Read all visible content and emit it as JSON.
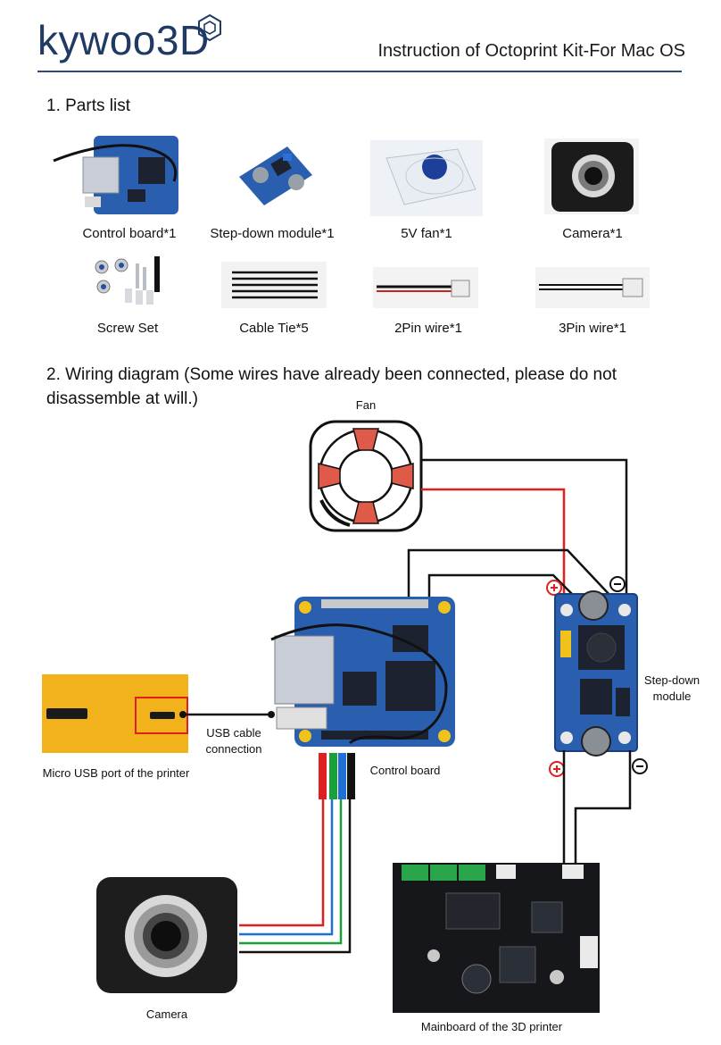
{
  "header": {
    "logo_text": "kywoo3D",
    "title": "Instruction of Octoprint Kit-For Mac OS"
  },
  "parts_section": {
    "heading": "1. Parts list",
    "items": [
      {
        "label": "Control board*1"
      },
      {
        "label": "Step-down module*1"
      },
      {
        "label": "5V fan*1"
      },
      {
        "label": "Camera*1"
      },
      {
        "label": "Screw Set"
      },
      {
        "label": "Cable Tie*5"
      },
      {
        "label": "2Pin wire*1"
      },
      {
        "label": "3Pin wire*1"
      }
    ]
  },
  "wiring_section": {
    "heading_line1": "2. Wiring diagram (Some wires have already been connected, please do not",
    "heading_line2": "disassemble at will.)",
    "labels": {
      "fan": "Fan",
      "step_down": "Step-down module",
      "usb_cable": "USB cable connection",
      "micro_usb": "Micro USB port of the printer",
      "control_board": "Control board",
      "camera": "Camera",
      "mainboard": "Mainboard of the 3D printer"
    }
  },
  "colors": {
    "brand_blue": "#1f3b63",
    "wire_red": "#e02020",
    "wire_black": "#111111",
    "wire_green": "#1aa03a",
    "wire_blue": "#1f6fd6",
    "fan_red": "#e05a4a",
    "board_blue": "#2a5fb0",
    "printer_yellow": "#f2b21c"
  }
}
